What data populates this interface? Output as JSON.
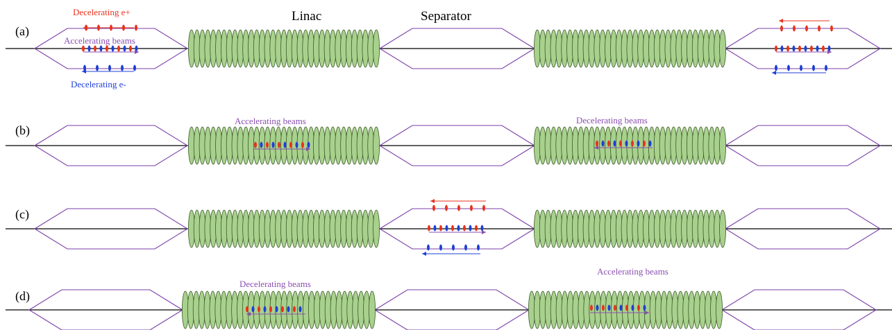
{
  "headers": {
    "linac": "Linac",
    "separator": "Separator"
  },
  "rows": [
    {
      "label": "(a)",
      "annotations": {
        "decel_positron": "Decelerating e+",
        "accel_beams": "Accelerating beams",
        "decel_electron": "Decelerating e-"
      }
    },
    {
      "label": "(b)",
      "annotations": {
        "accel_beams": "Accelerating beams",
        "decel_beams": "Decelerating beams"
      }
    },
    {
      "label": "(c)",
      "annotations": {}
    },
    {
      "label": "(d)",
      "annotations": {
        "decel_beams": "Decelerating beams",
        "accel_beams": "Accelerating beams"
      }
    }
  ],
  "colors": {
    "positron": "#e8321e",
    "electron": "#1f3fd6",
    "beam_label": "#8a4fb0",
    "separator_outline": "#7a3ea8",
    "cavity_fill": "#a9d18e",
    "cavity_stroke": "#3a5a26",
    "beamline": "#000000"
  }
}
